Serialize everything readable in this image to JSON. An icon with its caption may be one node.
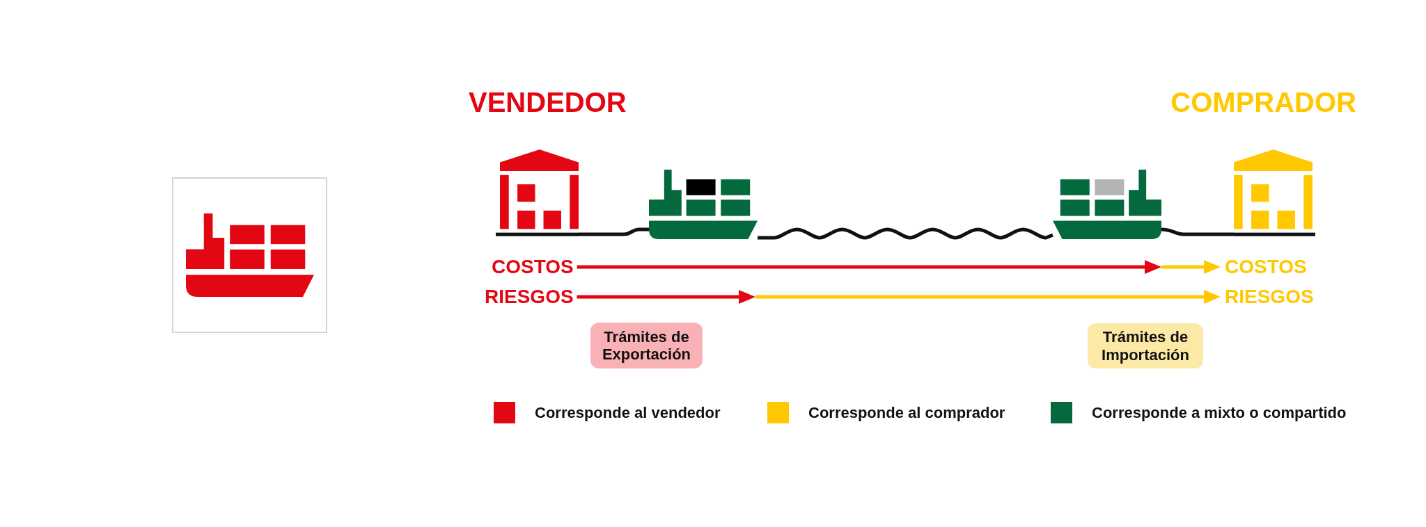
{
  "diagram": {
    "nodes": [
      {
        "text": [],
        "shape": "picture"
      },
      {
        "text": [],
        "shape": "picture"
      },
      {
        "text": [],
        "shape": "picture"
      },
      {
        "text": [],
        "shape": "picture"
      },
      {
        "text": [
          "COSTOS"
        ]
      },
      {
        "text": [
          "COSTOS"
        ]
      },
      {
        "text": [
          "RIESGOS"
        ]
      },
      {
        "text": [
          "RIESGOS"
        ]
      },
      {
        "text": [
          "Trámites de Exportación"
        ]
      },
      {
        "text": [
          "Trámites de Importación"
        ]
      }
    ],
    "edges": [
      {
        "from": 0,
        "to": 1,
        "arrow": "none"
      },
      {
        "from": 1,
        "to": 2,
        "arrow": "none"
      },
      {
        "from": 2,
        "to": 3,
        "arrow": "none"
      },
      {
        "from": 4,
        "to": 2,
        "arrow": "to",
        "color": "#e30613"
      },
      {
        "from": 2,
        "to": 5,
        "arrow": "to",
        "color": "#ffc800"
      },
      {
        "from": 6,
        "to": null,
        "arrow": "to",
        "color": "#e30613"
      },
      {
        "from": null,
        "to": 7,
        "arrow": "to",
        "color": "#ffc800"
      }
    ],
    "labels": [
      "VENDEDOR",
      "COMPRADOR"
    ],
    "legend": [
      {
        "text": "Corresponde al vendedor",
        "color": "#e30613"
      },
      {
        "text": "Corresponde al comprador",
        "color": "#ffc800"
      },
      {
        "text": "Corresponde a mixto o compartido",
        "color": "#05693e"
      }
    ]
  }
}
